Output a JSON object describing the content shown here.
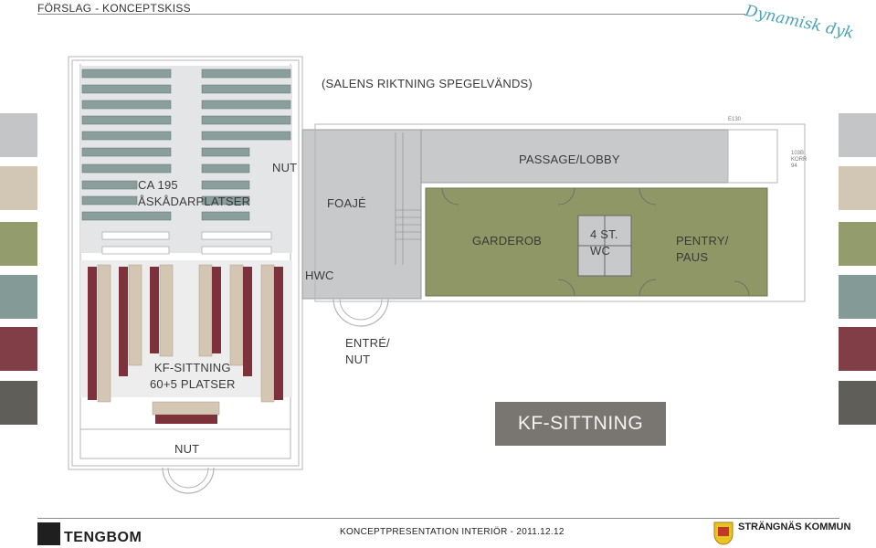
{
  "header": {
    "title": "FÖRSLAG - KONCEPTSKISS",
    "brand": "Dynamisk dyk"
  },
  "plan": {
    "direction_note": "(SALENS RIKTNING SPEGELVÄNDS)",
    "hall_seating": {
      "line1": "CA 195",
      "line2": "ÅSKÅDARPLATSER"
    },
    "nut_top": "NUT",
    "foyer": "FOAJÉ",
    "hwc": "HWC",
    "passage": "PASSAGE/LOBBY",
    "garderob": "GARDEROB",
    "wc": {
      "line1": "4 ST.",
      "line2": "WC"
    },
    "pentry": {
      "line1": "PENTRY/",
      "line2": "PAUS"
    },
    "entrance": {
      "line1": "ENTRÉ/",
      "line2": "NUT"
    },
    "kf_seating": {
      "line1": "KF-SITTNING",
      "line2": "60+5 PLATSER"
    },
    "nut_bottom": "NUT",
    "room_e130": "E130",
    "room_103b": {
      "line1": "103B",
      "line2": "KORR",
      "line3": "94"
    }
  },
  "title_box": "KF-SITTNING",
  "palette": {
    "swatches": [
      "#c3c5c7",
      "#d2c7b5",
      "#939c6c",
      "#849a97",
      "#823e47",
      "#5f5e59"
    ],
    "accent_green": "#8f9766",
    "seat_red": "#7d323b",
    "seat_beige": "#cfc2ae",
    "teal_seats": "#7f9592"
  },
  "footer": {
    "presentation": "KONCEPTPRESENTATION INTERIÖR -  2011.12.12",
    "company": "TENGBOM",
    "municipality": "STRÄNGNÄS KOMMUN"
  }
}
